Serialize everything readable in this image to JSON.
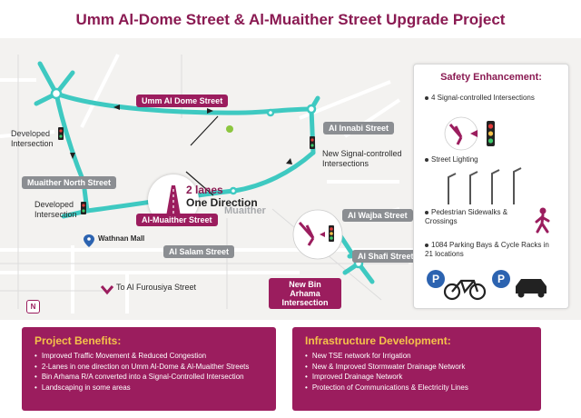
{
  "title": "Umm Al-Dome Street & Al-Muaither Street Upgrade Project",
  "map": {
    "street_labels": {
      "umm_al_dome": "Umm Al Dome Street",
      "al_innabi": "Al Innabi Street",
      "muaither_north": "Muaither North Street",
      "al_muaither": "Al-Muaither Street",
      "al_wajba": "Al Wajba Street",
      "al_salam": "Al Salam Street",
      "al_shafi": "Al Shafi Street",
      "new_bin_arhama": "New Bin Arhama Intersection"
    },
    "annotations": {
      "developed_intersection_1": "Developed Intersection",
      "developed_intersection_2": "Developed Intersection",
      "new_signal": "New Signal-controlled Intersections",
      "wathnan_mall": "Wathnan Mall",
      "to_al_furousiya": "To Al Furousiya Street",
      "area_name": "Muaither",
      "lanes_line1": "2 lanes",
      "lanes_line2": "One Direction",
      "north": "N"
    },
    "colors": {
      "road": "#3ec9c1",
      "accent": "#9b1d5e",
      "gray_label": "#8b8e92"
    }
  },
  "safety": {
    "title": "Safety Enhancement:",
    "items": [
      "4 Signal-controlled Intersections",
      "Street Lighting",
      "Pedestrian Sidewalks & Crossings",
      "1084 Parking Bays & Cycle Racks in 21 locations"
    ]
  },
  "benefits": {
    "title": "Project Benefits:",
    "items": [
      "Improved Traffic Movement & Reduced Congestion",
      "2-Lanes in one direction on Umm Al-Dome & Al-Muaither Streets",
      "Bin Arhama R/A converted into a Signal-Controlled Intersection",
      "Landscaping in some areas"
    ]
  },
  "infrastructure": {
    "title": "Infrastructure Development:",
    "items": [
      "New TSE network for Irrigation",
      "New & Improved Stormwater Drainage Network",
      "Improved Drainage Network",
      "Protection of Communications & Electricity Lines"
    ]
  }
}
